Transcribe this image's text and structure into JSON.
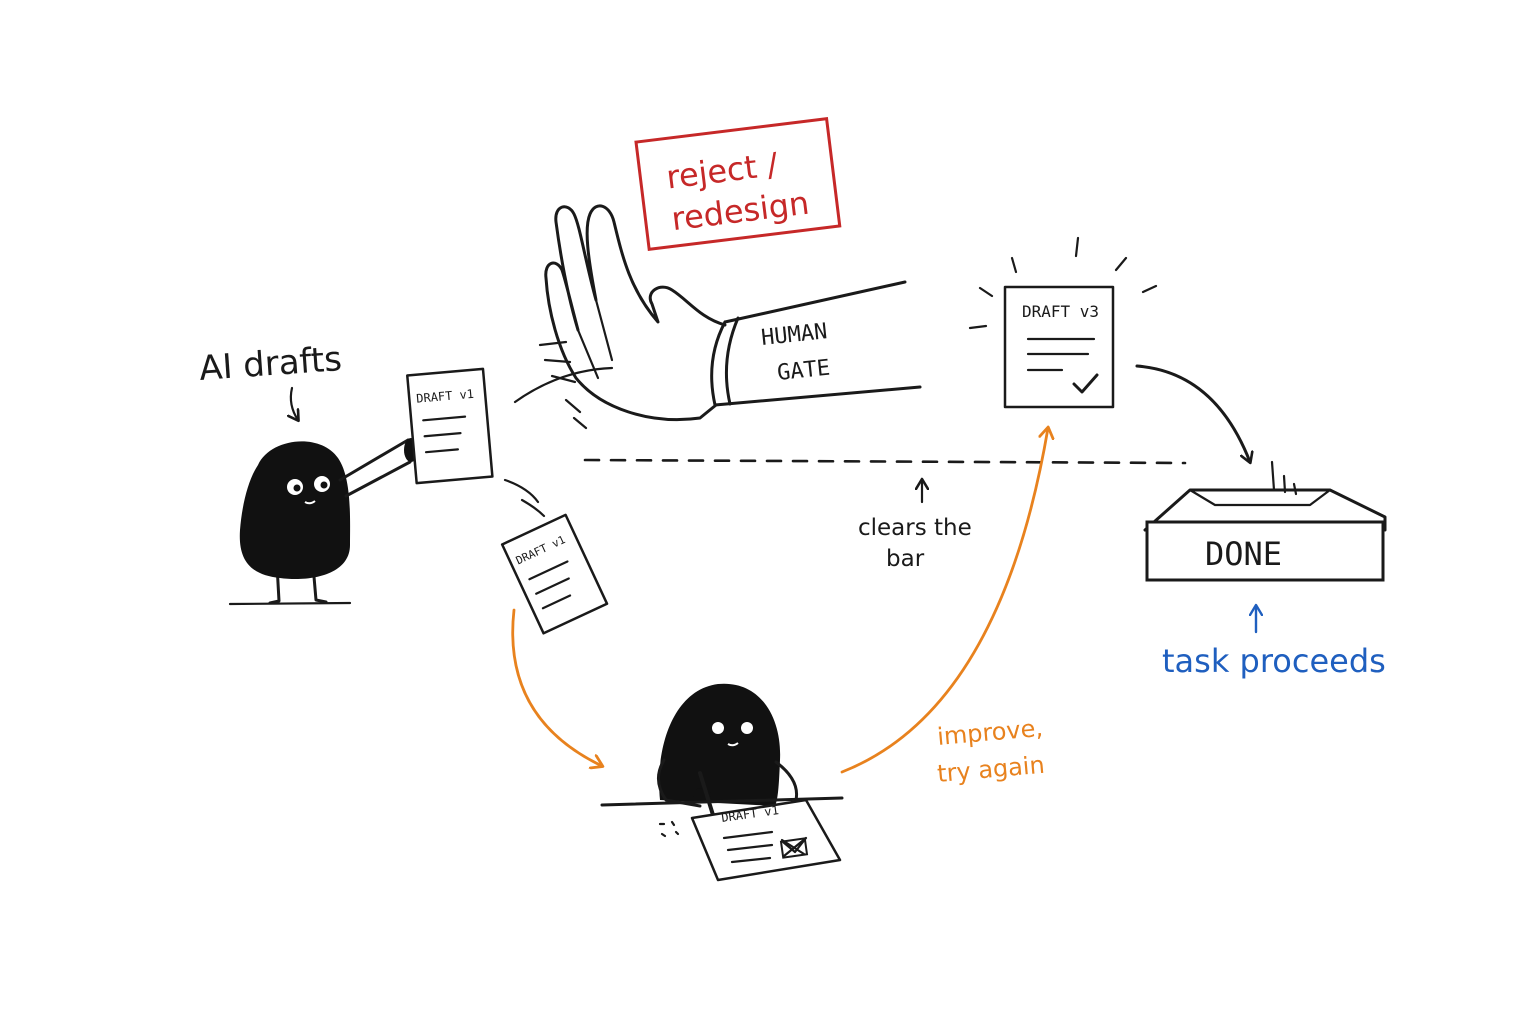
{
  "colors": {
    "ink": "#1a1a1a",
    "reject": "#c62828",
    "retry": "#e8821e",
    "proceed": "#1f5fbf"
  },
  "labels": {
    "ai_drafts": "AI drafts",
    "draft_v1": "DRAFT v1",
    "draft_v3": "DRAFT v3",
    "reject_line1": "reject /",
    "reject_line2": "redesign",
    "human_line1": "HUMAN",
    "human_line2": "GATE",
    "clears_line1": "clears the",
    "clears_line2": "bar",
    "done": "DONE",
    "task_proceeds": "task proceeds",
    "improve_line1": "improve,",
    "improve_line2": "try again"
  }
}
